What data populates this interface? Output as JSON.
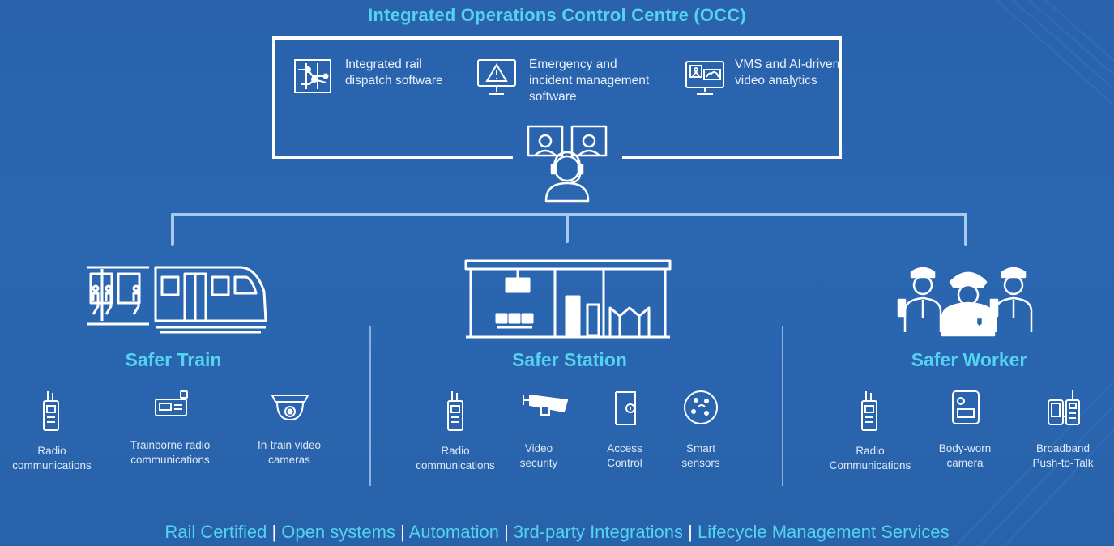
{
  "occ": {
    "title": "Integrated Operations Control Centre (OCC)",
    "items": [
      {
        "icon": "rail-dispatch-map-icon",
        "label_lines": [
          "Integrated rail",
          "dispatch software"
        ]
      },
      {
        "icon": "warning-monitor-icon",
        "label_lines": [
          "Emergency and",
          "incident management",
          "software"
        ]
      },
      {
        "icon": "video-analytics-monitor-icon",
        "label_lines": [
          "VMS and AI-driven",
          "video analytics"
        ]
      }
    ],
    "operator_icon": "operator-headset-icon"
  },
  "sections": [
    {
      "title": "Safer Train",
      "illustration": "train-icon",
      "devices": [
        {
          "icon": "radio-icon",
          "label_lines": [
            "Radio",
            "communications"
          ]
        },
        {
          "icon": "trainborne-radio-icon",
          "label_lines": [
            "Trainborne radio",
            "communications"
          ]
        },
        {
          "icon": "dome-camera-icon",
          "label_lines": [
            "In-train video",
            "cameras"
          ]
        }
      ]
    },
    {
      "title": "Safer Station",
      "illustration": "station-icon",
      "devices": [
        {
          "icon": "radio-icon",
          "label_lines": [
            "Radio",
            "communications"
          ]
        },
        {
          "icon": "security-camera-icon",
          "label_lines": [
            "Video",
            "security"
          ]
        },
        {
          "icon": "access-control-icon",
          "label_lines": [
            "Access",
            "Control"
          ]
        },
        {
          "icon": "smart-sensor-icon",
          "label_lines": [
            "Smart",
            "sensors"
          ]
        }
      ]
    },
    {
      "title": "Safer Worker",
      "illustration": "workers-icon",
      "devices": [
        {
          "icon": "radio-icon",
          "label_lines": [
            "Radio",
            "Communications"
          ]
        },
        {
          "icon": "body-camera-icon",
          "label_lines": [
            "Body-worn",
            "camera"
          ]
        },
        {
          "icon": "broadband-ptt-icon",
          "label_lines": [
            "Broadband",
            "Push-to-Talk"
          ]
        }
      ]
    }
  ],
  "footer": {
    "items": [
      "Rail Certified",
      "Open systems",
      "Automation",
      "3rd-party Integrations",
      "Lifecycle Management Services"
    ],
    "separator": "|"
  },
  "colors": {
    "accent": "#53d3ef",
    "connector": "#a9c9ef",
    "background": "#2a64ae"
  }
}
